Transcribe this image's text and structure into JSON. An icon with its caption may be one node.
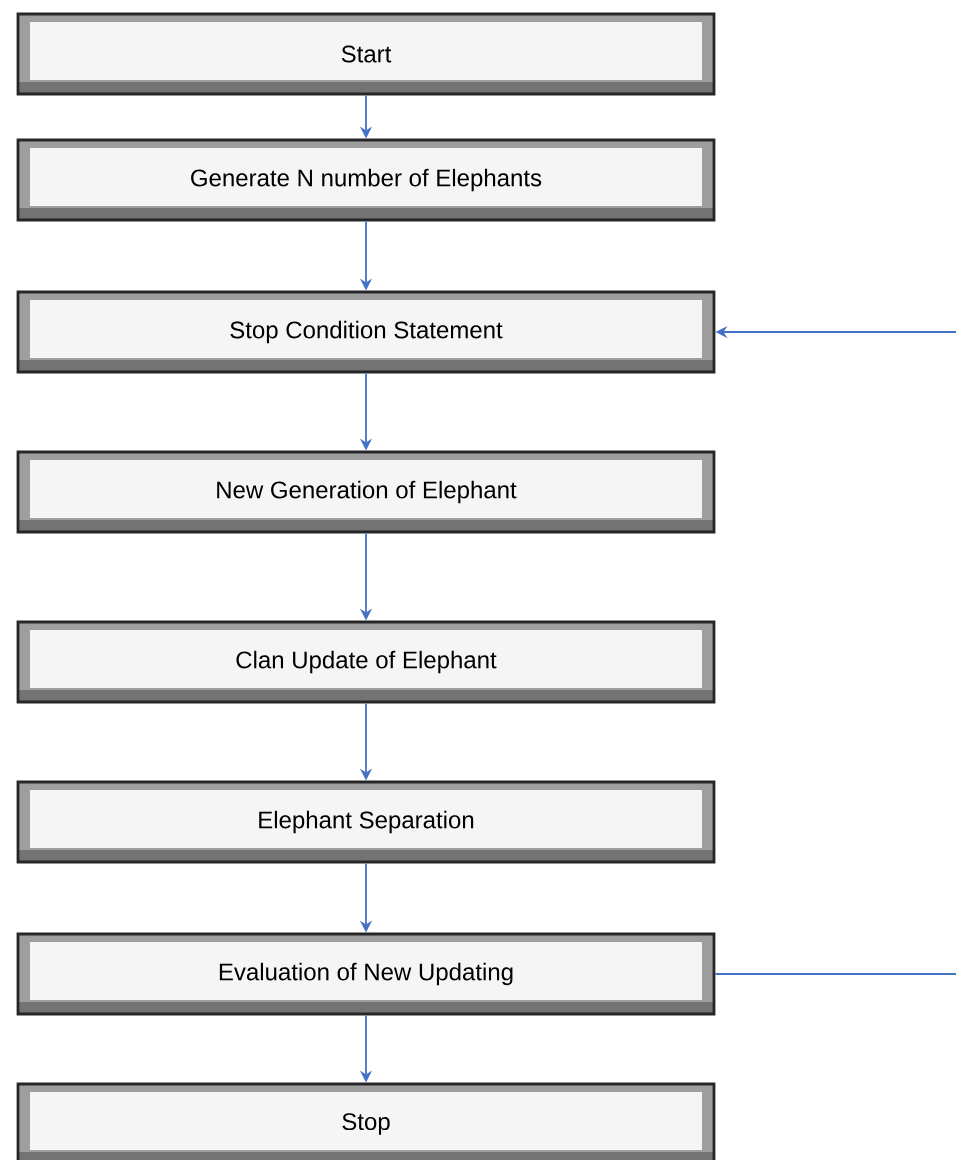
{
  "diagram": {
    "nodes": [
      {
        "text": [
          "Start"
        ]
      },
      {
        "text": [
          "Generate N number of Elephants"
        ]
      },
      {
        "text": [
          "Stop Condition Statement"
        ]
      },
      {
        "text": [
          "New Generation of Elephant"
        ]
      },
      {
        "text": [
          "Clan Update of Elephant"
        ]
      },
      {
        "text": [
          "Elephant Separation"
        ]
      },
      {
        "text": [
          "Evaluation of New Updating"
        ]
      },
      {
        "text": [
          "Stop"
        ]
      }
    ],
    "edges": [
      {
        "from": 0,
        "to": 1,
        "arrow": "to"
      },
      {
        "from": 1,
        "to": 2,
        "arrow": "to"
      },
      {
        "from": 2,
        "to": 3,
        "arrow": "to"
      },
      {
        "from": 3,
        "to": 4,
        "arrow": "to"
      },
      {
        "from": 4,
        "to": 5,
        "arrow": "to"
      },
      {
        "from": 5,
        "to": 6,
        "arrow": "to"
      },
      {
        "from": 6,
        "to": 7,
        "arrow": "to"
      },
      {
        "from": 6,
        "to": null,
        "arrow": "none"
      },
      {
        "from": null,
        "to": 2,
        "arrow": "to"
      }
    ]
  }
}
